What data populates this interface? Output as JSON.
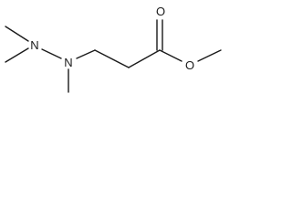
{
  "molecule": {
    "atoms": {
      "n1": "N",
      "n2": "N",
      "o_carbonyl": "O",
      "o_ester": "O"
    },
    "colors": {
      "bond": "#1a1a1a",
      "label": "#1a1a1a",
      "background": "#ffffff"
    }
  }
}
